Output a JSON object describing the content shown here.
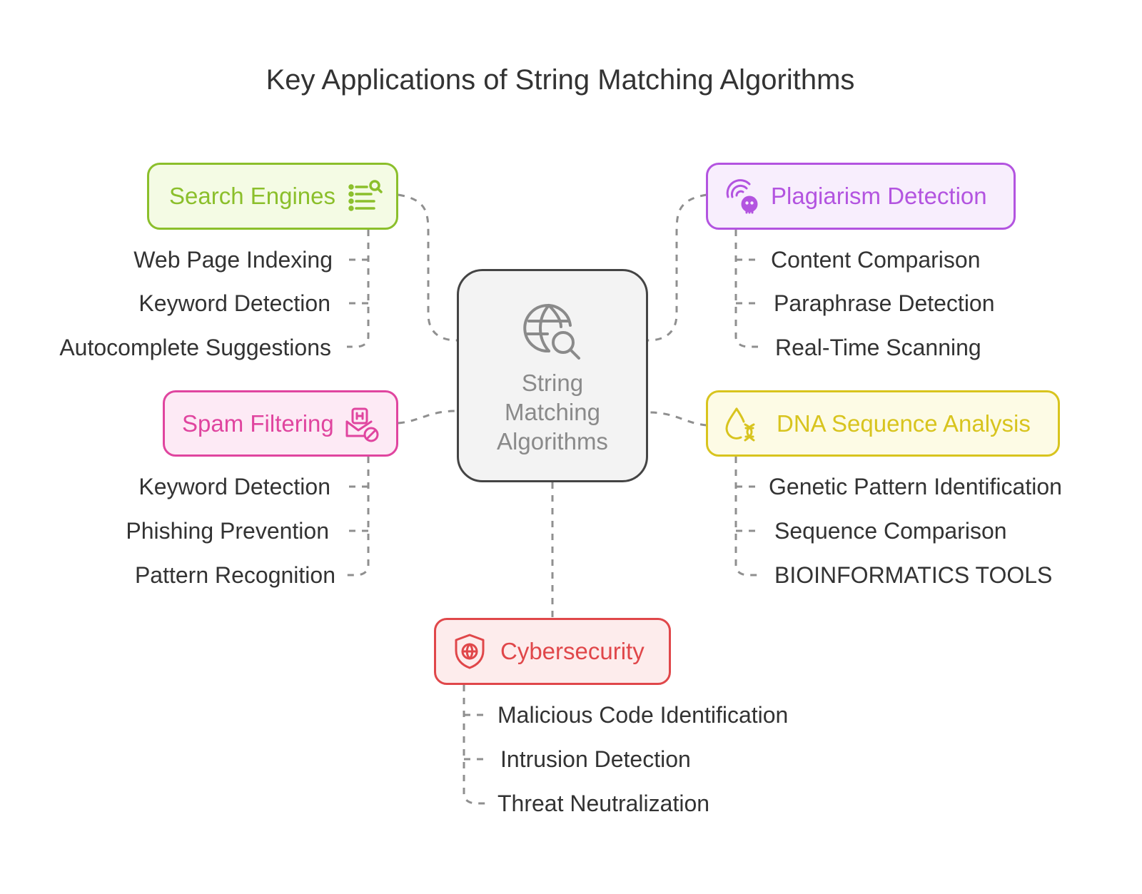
{
  "title": "Key Applications of String Matching Algorithms",
  "center": {
    "label": "String\nMatching\nAlgorithms",
    "icon": "globe-search-icon",
    "border_color": "#444444",
    "fill": "#f3f3f3"
  },
  "categories": [
    {
      "id": "search",
      "label": "Search Engines",
      "icon": "list-search-icon",
      "color": "#8bbf2b",
      "fill": "#f4fbe4",
      "items": [
        "Web Page Indexing",
        "Keyword Detection",
        "Autocomplete Suggestions"
      ]
    },
    {
      "id": "plagiarism",
      "label": "Plagiarism Detection",
      "icon": "skull-fingerprint-icon",
      "color": "#b354e0",
      "fill": "#f8eefd",
      "items": [
        "Content Comparison",
        "Paraphrase Detection",
        "Real-Time Scanning"
      ]
    },
    {
      "id": "spam",
      "label": "Spam Filtering",
      "icon": "mail-bug-blocked-icon",
      "color": "#e0459f",
      "fill": "#fdeaf5",
      "items": [
        "Keyword Detection",
        "Phishing Prevention",
        "Pattern Recognition"
      ]
    },
    {
      "id": "dna",
      "label": "DNA Sequence Analysis",
      "icon": "drop-dna-icon",
      "color": "#d8c41e",
      "fill": "#fdfbe5",
      "items": [
        "Genetic Pattern Identification",
        "Sequence Comparison",
        "BIOINFORMATICS TOOLS"
      ]
    },
    {
      "id": "cyber",
      "label": "Cybersecurity",
      "icon": "shield-globe-icon",
      "color": "#e0474a",
      "fill": "#fdecec",
      "items": [
        "Malicious Code Identification",
        "Intrusion Detection",
        "Threat Neutralization"
      ]
    }
  ],
  "connector_color": "#8f8f8f"
}
